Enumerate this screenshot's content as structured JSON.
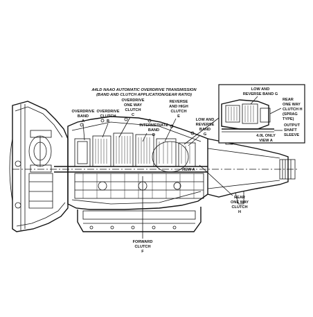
{
  "title": {
    "line1": "A4LD NAAO AUTOMATIC OVERDRIVE TRANSMISSION",
    "line2": "(BAND AND CLUTCH APPLICATION/GEAR RATIO)"
  },
  "labels": {
    "overdrive_band": [
      "OVERDRIVE",
      "BAND",
      "A"
    ],
    "overdrive_clutch": [
      "OVERDRIVE",
      "CLUTCH",
      "B"
    ],
    "overdrive_one_way_clutch": [
      "OVERDRIVE",
      "ONE WAY",
      "CLUTCH",
      "C"
    ],
    "intermediate_band": [
      "INTERMEDIATE",
      "BAND",
      "D"
    ],
    "reverse_high_clutch": [
      "REVERSE",
      "AND HIGH",
      "CLUTCH",
      "E"
    ],
    "low_reverse_band": [
      "LOW AND",
      "REVERSE",
      "BAND",
      "G"
    ],
    "view_a_callout": "VIEW A",
    "rear_one_way_clutch": [
      "REAR",
      "ONE WAY",
      "CLUTCH",
      "H"
    ],
    "forward_clutch": [
      "FORWARD",
      "CLUTCH",
      "F"
    ]
  },
  "inset": {
    "low_reverse_band": [
      "LOW AND",
      "REVERSE BAND G"
    ],
    "rear_one_way_clutch": [
      "REAR",
      "ONE WAY",
      "CLUTCH H",
      "(SPRAG",
      "TYPE)"
    ],
    "output_shaft_sleeve": [
      "OUTPUT",
      "SHAFT",
      "SLEEVE"
    ],
    "only_note": "4.0L ONLY",
    "caption": "VIEW A"
  }
}
